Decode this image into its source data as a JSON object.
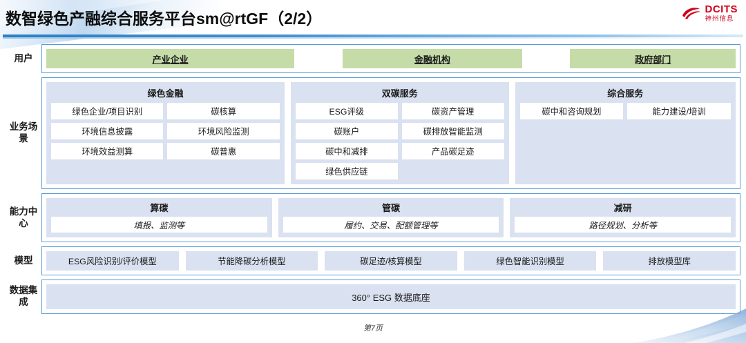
{
  "header": {
    "title": "数智绿色产融综合服务平台sm@rtGF（2/2）",
    "logo_main": "DCITS",
    "logo_sub": "神州信息",
    "logo_icon": "dcits-swirl-logo"
  },
  "colors": {
    "accent_blue": "#5b9bd5",
    "panel_blue": "#dae1f0",
    "user_green": "#c5dca8",
    "logo_red": "#d0021b"
  },
  "rows": {
    "users": {
      "label": "用户",
      "items": [
        {
          "text": "产业企业"
        },
        {
          "text": "金融机构"
        },
        {
          "text": "政府部门"
        }
      ]
    },
    "business": {
      "label": "业务场景",
      "groups": [
        {
          "title": "绿色金融",
          "cells": [
            "绿色企业/项目识别",
            "碳核算",
            "环境信息披露",
            "环境风险监测",
            "环境效益测算",
            "碳普惠"
          ]
        },
        {
          "title": "双碳服务",
          "cells": [
            "ESG评级",
            "碳资产管理",
            "碳账户",
            "碳排放智能监测",
            "碳中和减排",
            "产品碳足迹",
            "绿色供应链"
          ]
        },
        {
          "title": "综合服务",
          "cells": [
            "碳中和咨询规划",
            "能力建设/培训"
          ]
        }
      ]
    },
    "capability": {
      "label": "能力中心",
      "groups": [
        {
          "title": "算碳",
          "desc": "填报、监测等"
        },
        {
          "title": "管碳",
          "desc": "履约、交易、配额管理等"
        },
        {
          "title": "减研",
          "desc": "路径规划、分析等"
        }
      ]
    },
    "model": {
      "label": "模型",
      "items": [
        "ESG风险识别/评价模型",
        "节能降碳分析模型",
        "碳足迹/核算模型",
        "绿色智能识别模型",
        "排放模型库"
      ]
    },
    "data": {
      "label": "数据集成",
      "text": "360° ESG 数据底座"
    }
  },
  "footer": {
    "page_label": "第7页"
  }
}
